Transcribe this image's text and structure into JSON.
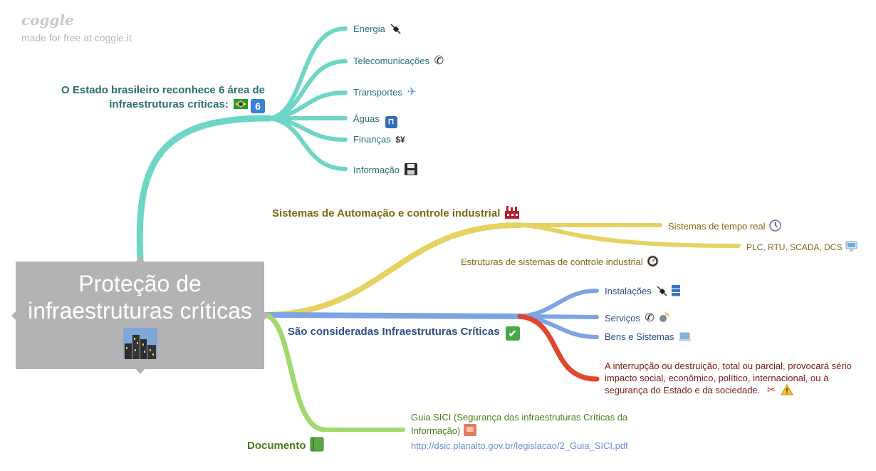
{
  "watermark": {
    "logo": "coggle",
    "made_with": "made for free at coggle.it"
  },
  "root": {
    "title_line1": "Proteção de",
    "title_line2": "infraestruturas críticas",
    "icon": "city-icon"
  },
  "colors": {
    "teal": "#6dd6c4",
    "yellow": "#e6d263",
    "blue": "#7da4e6",
    "red": "#e2452f",
    "green": "#a2d86c",
    "root_bg": "#b3b3b3"
  },
  "teal_branch": {
    "label_line1": "O Estado brasileiro reconhece 6 área de",
    "label_line2": "infraestruturas críticas:",
    "badge_icons": [
      "brazil-flag-icon",
      "number-six-icon"
    ],
    "badge_number": "6",
    "items": [
      {
        "label": "Energia",
        "icon": "plug-icon"
      },
      {
        "label": "Telecomunicações",
        "icon": "phone-icon"
      },
      {
        "label": "Transportes",
        "icon": "airplane-icon"
      },
      {
        "label": "Águas",
        "icon": "faucet-icon"
      },
      {
        "label": "Finanças",
        "icon": "currency-exchange-icon"
      },
      {
        "label": "Informação",
        "icon": "floppy-disk-icon"
      }
    ]
  },
  "yellow_branch": {
    "label": "Sistemas de Automação e controle industrial",
    "icon": "factory-icon",
    "items": [
      {
        "label": "Sistemas de tempo real",
        "icon": "clock-icon"
      },
      {
        "label": "PLC, RTU, SCADA, DCS",
        "icon": "desktop-computer-icon"
      },
      {
        "label": "Estruturas de sistemas de controle industrial",
        "icon": "gauge-icon"
      }
    ]
  },
  "blue_branch": {
    "label": "São consideradas Infraestruturas Críticas",
    "icon": "checkmark-icon",
    "items": [
      {
        "label": "Instalações",
        "icons": [
          "plug-icon",
          "server-icon"
        ]
      },
      {
        "label": "Serviços",
        "icons": [
          "phone-icon",
          "satellite-icon"
        ]
      },
      {
        "label": "Bens e Sistemas",
        "icons": [
          "laptop-icon"
        ]
      }
    ]
  },
  "red_branch": {
    "line1": "A interrupção ou destruição, total ou parcial, provocará sério",
    "line2": "impacto social, econômico, político, internacional, ou à",
    "line3": "segurança do Estado e da sociedade.",
    "icons": [
      "scissors-icon",
      "warning-icon"
    ]
  },
  "green_branch": {
    "label": "Documento",
    "icon": "green-book-icon",
    "guide_line1": "Guia SICI (Segurança das infraestruturas Críticas da",
    "guide_line2": "Informação)",
    "guide_icon": "pink-book-icon",
    "link": "http://dsic.planalto.gov.br/legislacao/2_Guia_SICI.pdf"
  }
}
